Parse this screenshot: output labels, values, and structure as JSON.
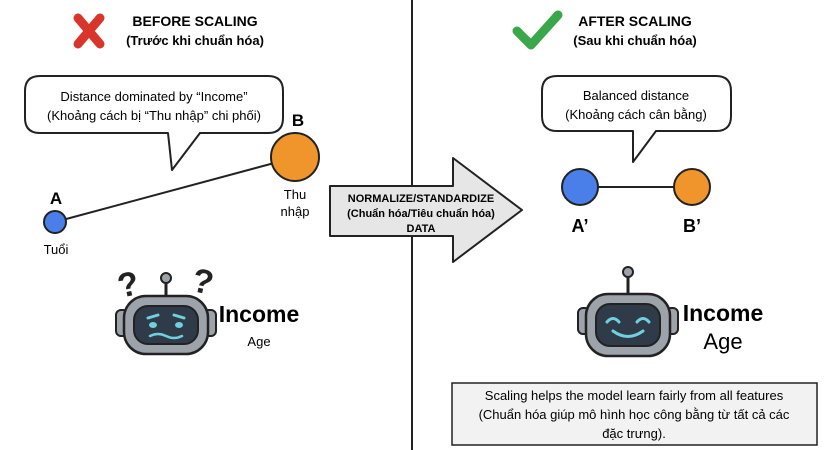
{
  "before": {
    "title": "BEFORE SCALING",
    "subtitle": "(Trước khi chuẩn hóa)",
    "bubble": {
      "line1": "Distance dominated by “Income”",
      "line2": "(Khoảng cách bị “Thu nhập” chi phối)"
    },
    "point_a_label": "A",
    "point_a_caption": "Tuổi",
    "point_b_label": "B",
    "point_b_caption_1": "Thu",
    "point_b_caption_2": "nhập",
    "robot_q1": "?",
    "robot_q2": "?",
    "legend_big": "Income",
    "legend_small": "Age"
  },
  "arrow": {
    "line1": "NORMALIZE/STANDARDIZE",
    "line2": "(Chuẩn hóa/Tiêu chuẩn hóa)",
    "line3": "DATA"
  },
  "after": {
    "title": "AFTER SCALING",
    "subtitle": "(Sau khi chuẩn hóa)",
    "bubble": {
      "line1": "Balanced distance",
      "line2": "(Khoảng cách cân bằng)"
    },
    "point_a_label": "A’",
    "point_b_label": "B’",
    "legend_big": "Income",
    "legend_small": "Age",
    "note": {
      "line1": "Scaling helps the model learn fairly from all features",
      "line2": "(Chuẩn hóa giúp mô hình học công bằng từ tất cả các",
      "line3": "đặc trưng)."
    }
  },
  "colors": {
    "point_blue": "#4a7ee8",
    "point_orange": "#f0952c",
    "cross_red": "#d9352b",
    "check_green": "#3aa84a",
    "robot_gray": "#9da3aa",
    "robot_screen": "#2f3b48",
    "robot_face": "#6fd0e0",
    "note_bg": "#f2f2f2"
  }
}
